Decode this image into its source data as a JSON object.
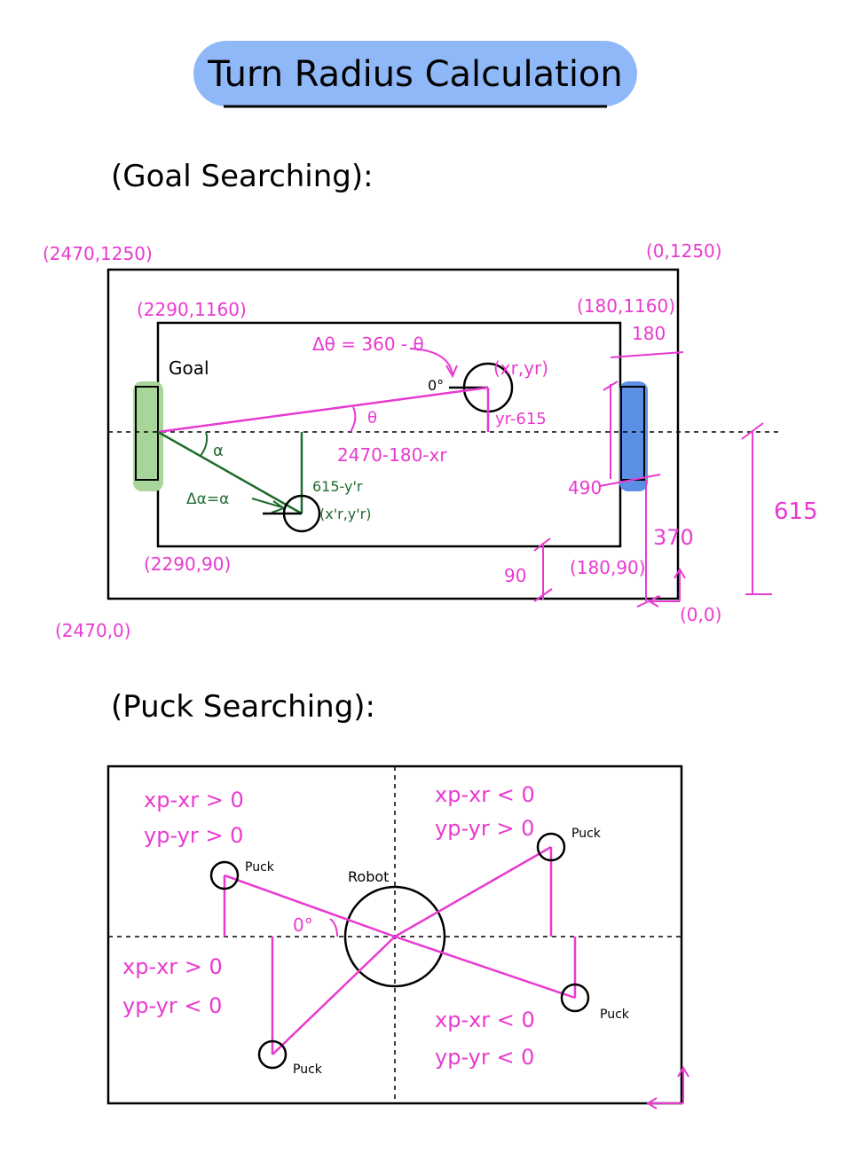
{
  "title": "Turn Radius Calculation",
  "goal_section": {
    "heading": "(Goal Searching):",
    "corners": {
      "outer_top_left": "(2470,1250)",
      "outer_top_right": "(0,1250)",
      "outer_bottom_left": "(2470,0)",
      "outer_bottom_right": "(0,0)",
      "inner_top_left": "(2290,1160)",
      "inner_top_right": "(180,1160)",
      "inner_bottom_left": "(2290,90)",
      "inner_bottom_right": "(180,90)"
    },
    "goal_label": "Goal",
    "delta_theta": "Δθ = 360 - θ",
    "zero_deg": "0°",
    "robot1": "(xr,yr)",
    "y_offset_1": "yr-615",
    "theta": "θ",
    "x_offset": "2470-180-xr",
    "alpha": "α",
    "delta_alpha": "Δα=α",
    "y_offset_2": "615-y'r",
    "robot2": "(x'r,y'r)",
    "dim_180": "180",
    "dim_490": "490",
    "dim_370": "370",
    "dim_615": "615",
    "dim_90": "90"
  },
  "puck_section": {
    "heading": "(Puck Searching):",
    "robot_label": "Robot",
    "zero_deg": "0°",
    "puck_label": "Puck",
    "q_top_left": [
      "xp-xr > 0",
      "yp-yr > 0"
    ],
    "q_top_right": [
      "xp-xr < 0",
      "yp-yr > 0"
    ],
    "q_bottom_left": [
      "xp-xr > 0",
      "yp-yr < 0"
    ],
    "q_bottom_right": [
      "xp-xr < 0",
      "yp-yr < 0"
    ]
  },
  "colors": {
    "pink": "#e83ad0",
    "green": "#1f6b2c",
    "title_bg": "#8fb8f8",
    "goal_green": "#a8d69a",
    "goal_blue": "#5b8fe6"
  }
}
